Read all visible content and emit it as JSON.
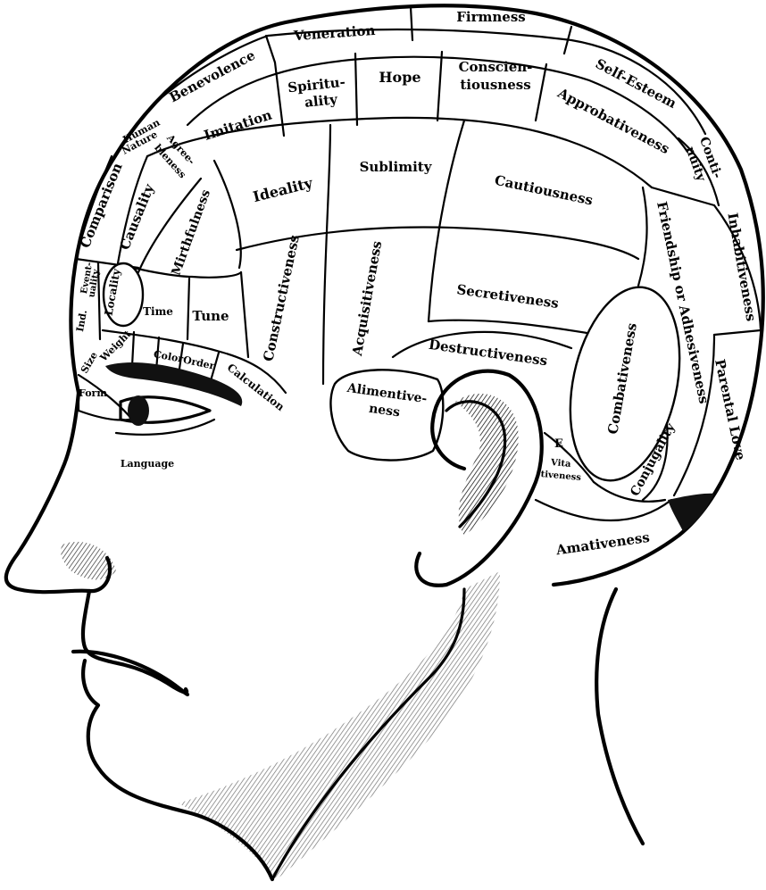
{
  "faculties": {
    "firmness": "Firmness",
    "veneration": "Veneration",
    "benevolence": "Benevolence",
    "self_esteem": "Self-Esteem",
    "spirituality": [
      "Spiritu-",
      "ality"
    ],
    "hope": "Hope",
    "conscientiousness": [
      "Conscien-",
      "tiousness"
    ],
    "imitation": "Imitation",
    "approbativeness": "Approbativeness",
    "human_nature": [
      "Human",
      "Nature"
    ],
    "agreeableness": [
      "Agree-",
      "bleness"
    ],
    "continuity": [
      "Conti-",
      "nuity"
    ],
    "comparison": "Comparison",
    "causality": "Causality",
    "ideality": "Ideality",
    "sublimity": "Sublimity",
    "cautiousness": "Cautiousness",
    "inhabitiveness": "Inhabitiveness",
    "mirthfulness": "Mirthfulness",
    "friendship": "Friendship or Adhesiveness",
    "eventuality": [
      "Event-",
      "uality"
    ],
    "locality": "Locality",
    "time": "Time",
    "tune": "Tune",
    "constructiveness": "Constructiveness",
    "acquisitiveness": "Acquisitiveness",
    "secretiveness": "Secretiveness",
    "individuality": "Ind.",
    "combativeness": "Combativeness",
    "parental_love": "Parental Love",
    "weight": "Weight",
    "color": "Color",
    "order": "Order",
    "size": "Size",
    "calculation": "Calculation",
    "destructiveness": "Destructiveness",
    "alimentiveness": [
      "Alimentive-",
      "ness"
    ],
    "form": "Form",
    "language": "Language",
    "vitativeness_e": "E",
    "vitativeness": [
      "Vita",
      "tiveness"
    ],
    "conjugality": "Conjugality",
    "amativeness": "Amativeness"
  }
}
